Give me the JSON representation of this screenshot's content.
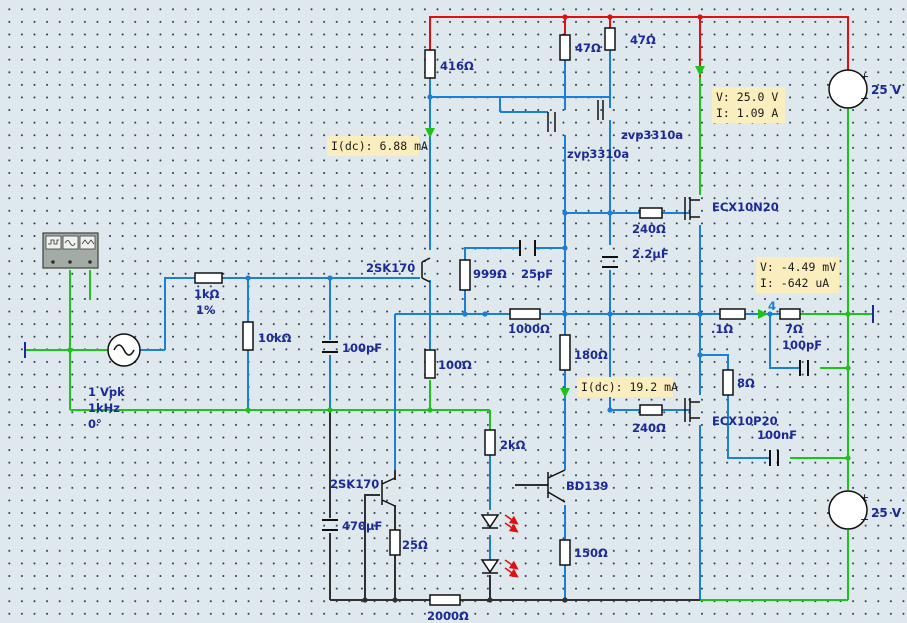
{
  "labels": {
    "r_416": "416Ω",
    "r_47a": "47Ω",
    "r_47b": "47Ω",
    "q_zvp_right": "zvp3310a",
    "q_zvp_left": "zvp3310a",
    "q_ecx_n": "ECX10N20",
    "q_ecx_p": "ECX10P20",
    "r_240a": "240Ω",
    "r_240b": "240Ω",
    "c_2u2": "2.2µF",
    "q_2sk170_top": "2SK170",
    "q_2sk170_bot": "2SK170",
    "r_999": "999Ω",
    "c_25p": "25pF",
    "r_1k": "1kΩ",
    "r_1k_tol": "1%",
    "r_10k": "10kΩ",
    "c_100p_in": "100pF",
    "r_1000": "1000Ω",
    "r_0_1": ".1Ω",
    "r_7": "7Ω",
    "c_100p_out": "100pF",
    "r_100": "100Ω",
    "r_180": "180Ω",
    "r_8": "8Ω",
    "c_100n": "100nF",
    "r_2k": "2kΩ",
    "q_bd139": "BD139",
    "c_470u": "470µF",
    "r_25": "25Ω",
    "r_150": "150Ω",
    "r_2000": "2000Ω",
    "src_amp": "1 Vpk",
    "src_freq": "1kHz",
    "src_phase": "0°",
    "supply_top": "25 V",
    "supply_bot": "25 V",
    "node_4": "4"
  },
  "probes": {
    "p1_line1": "I(dc): 6.88 mA",
    "p2_line1": "V: 25.0 V",
    "p2_line2": "I: 1.09 A",
    "p3_line1": "V: -4.49 mV",
    "p3_line2": "I: -642 uA",
    "p4_line1": "I(dc): 19.2 mA"
  },
  "colors": {
    "wire_blue": "#1a7fd8",
    "wire_green": "#1dc21d",
    "wire_red": "#e01010",
    "component": "#101010",
    "label": "#1a2a99",
    "probe_bg": "#fbeebe",
    "led_arrow": "#e01010"
  }
}
